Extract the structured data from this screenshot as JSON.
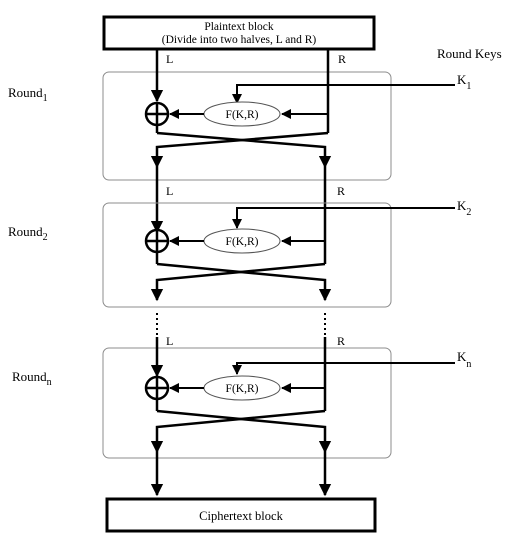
{
  "plaintext": {
    "line1": "Plaintext block",
    "line2": "(Divide into two halves, L and R)"
  },
  "round_keys_label": "Round Keys",
  "rounds": [
    {
      "name": "Round",
      "sub": "1",
      "left": "L",
      "right": "R",
      "function": "F(K,R)",
      "key": "K",
      "key_sub": "1"
    },
    {
      "name": "Round",
      "sub": "2",
      "left": "L",
      "right": "R",
      "function": "F(K,R)",
      "key": "K",
      "key_sub": "2"
    },
    {
      "name": "Round",
      "sub": "n",
      "left": "L",
      "right": "R",
      "function": "F(K,R)",
      "key": "K",
      "key_sub": "n"
    }
  ],
  "ciphertext": "Ciphertext block"
}
